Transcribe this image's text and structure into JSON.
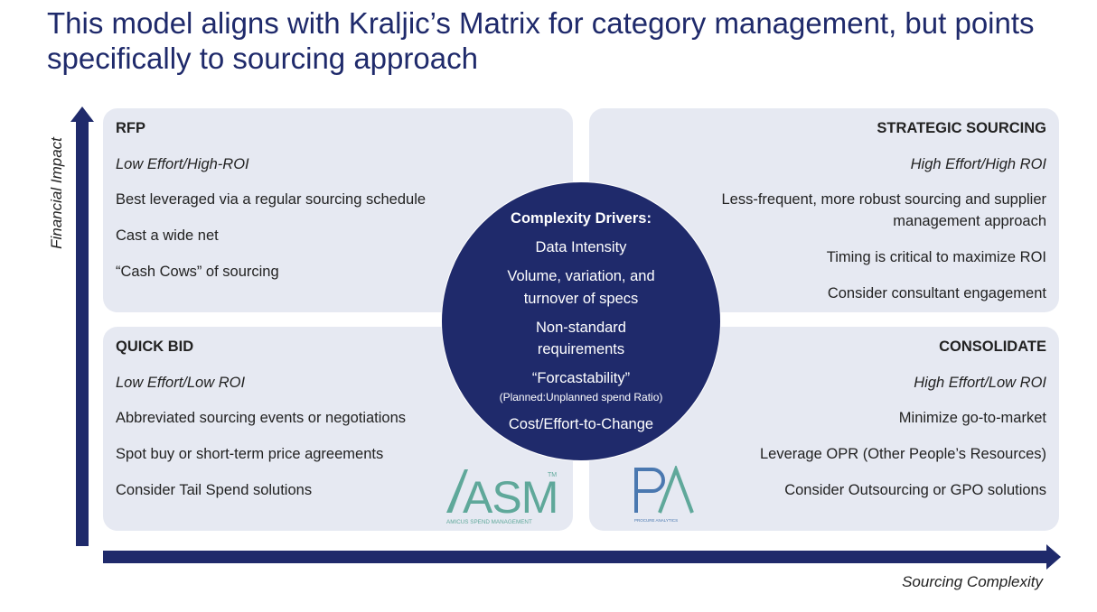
{
  "title": "This model aligns with Kraljic’s Matrix for category management, but points specifically to sourcing approach",
  "axes": {
    "y_label": "Financial Impact",
    "x_label": "Sourcing Complexity"
  },
  "quadrants": {
    "top_left": {
      "heading": "RFP",
      "subtitle": "Low Effort/High-ROI",
      "items": [
        "Best leveraged via a regular sourcing schedule",
        "Cast a wide net",
        "“Cash Cows” of sourcing"
      ]
    },
    "top_right": {
      "heading": "STRATEGIC SOURCING",
      "subtitle": "High Effort/High ROI",
      "items": [
        "Less-frequent, more robust sourcing and supplier",
        "management approach",
        "Timing is critical to maximize ROI",
        "Consider consultant engagement"
      ]
    },
    "bottom_left": {
      "heading": "QUICK BID",
      "subtitle": "Low Effort/Low ROI",
      "items": [
        "Abbreviated sourcing events or negotiations",
        "Spot buy or short-term price agreements",
        "Consider Tail Spend solutions"
      ]
    },
    "bottom_right": {
      "heading": "CONSOLIDATE",
      "subtitle": "High Effort/Low ROI",
      "items": [
        "Minimize go-to-market",
        "Leverage OPR (Other People’s Resources)",
        "Consider Outsourcing or GPO solutions"
      ]
    }
  },
  "center": {
    "heading": "Complexity Drivers:",
    "lines": [
      "Data Intensity",
      "Volume, variation, and",
      "turnover of specs",
      "Non-standard",
      "requirements",
      "“Forcastability”"
    ],
    "note": "(Planned:Unplanned spend Ratio)",
    "last": "Cost/Effort-to-Change"
  },
  "logos": {
    "asm": {
      "mark": "ASM",
      "tm": "TM",
      "tagline": "AMICUS SPEND MANAGEMENT",
      "color": "#5fa89a"
    },
    "pa": {
      "mark": "PA",
      "tagline": "PROCURE ANALYTICS",
      "color": "#4a78b0"
    }
  },
  "colors": {
    "navy": "#1f2a6b",
    "panel": "#e6e9f2"
  }
}
